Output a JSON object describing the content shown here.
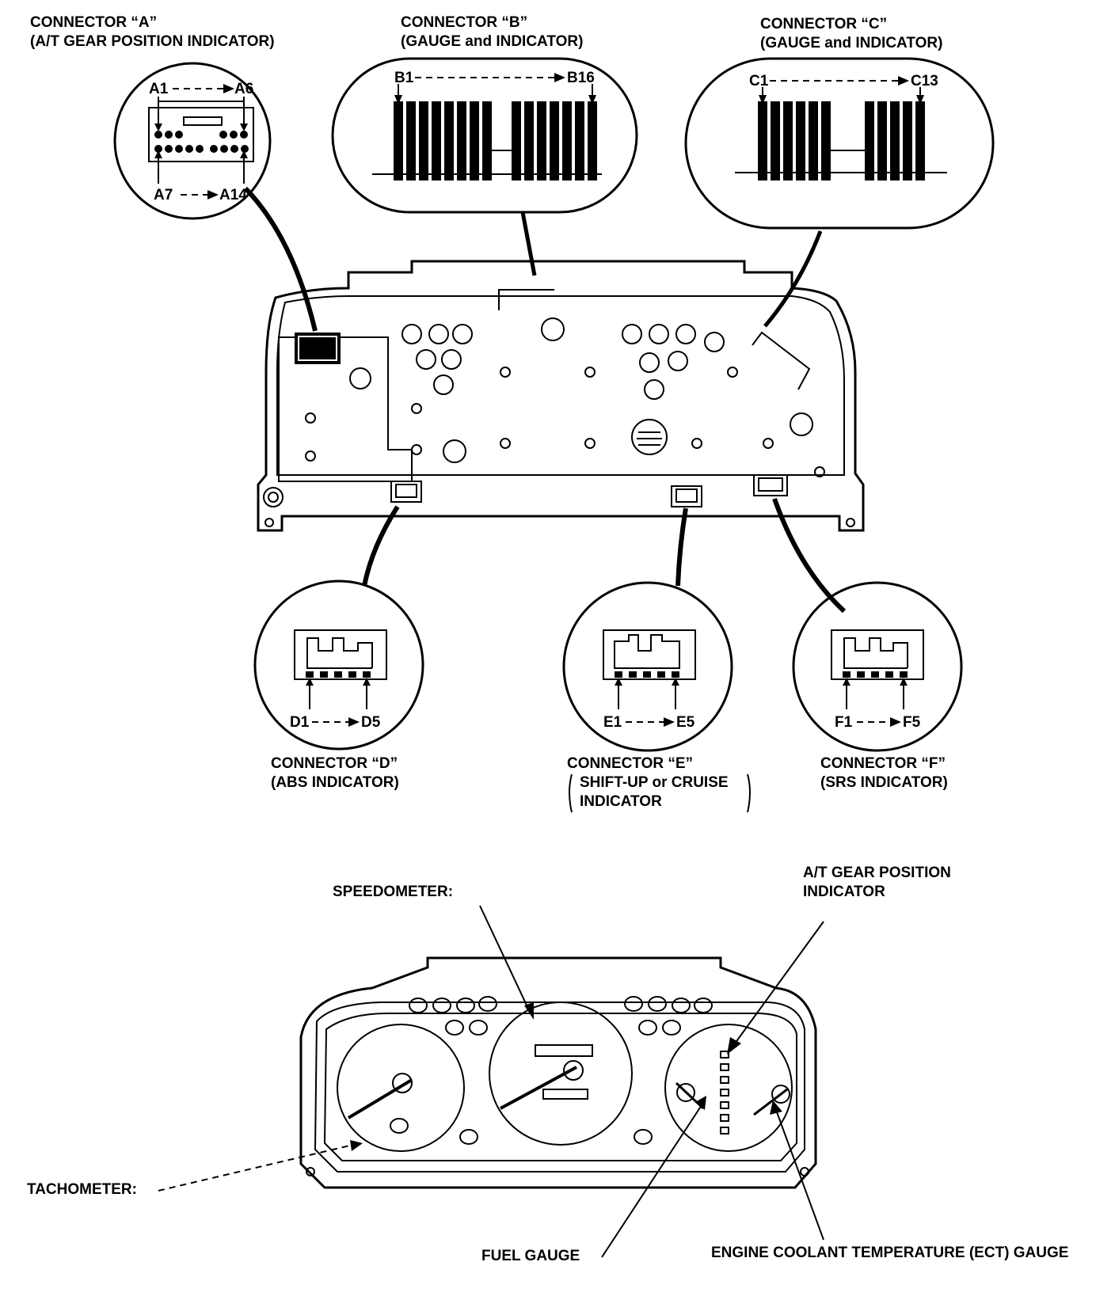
{
  "connectors": {
    "a": {
      "title": "CONNECTOR “A”",
      "subtitle": "(A/T GEAR POSITION INDICATOR)",
      "pin_start": "A1",
      "pin_end": "A6",
      "pin_start2": "A7",
      "pin_end2": "A14"
    },
    "b": {
      "title": "CONNECTOR “B”",
      "subtitle": "(GAUGE and INDICATOR)",
      "pin_start": "B1",
      "pin_end": "B16"
    },
    "c": {
      "title": "CONNECTOR “C”",
      "subtitle": "(GAUGE and INDICATOR)",
      "pin_start": "C1",
      "pin_end": "C13"
    },
    "d": {
      "title": "CONNECTOR “D”",
      "subtitle": "(ABS INDICATOR)",
      "pin_start": "D1",
      "pin_end": "D5"
    },
    "e": {
      "title": "CONNECTOR “E”",
      "subtitle_line1": "SHIFT-UP or CRUISE",
      "subtitle_line2": "INDICATOR",
      "pin_start": "E1",
      "pin_end": "E5"
    },
    "f": {
      "title": "CONNECTOR “F”",
      "subtitle": "(SRS INDICATOR)",
      "pin_start": "F1",
      "pin_end": "F5"
    }
  },
  "gauges": {
    "speedometer": "SPEEDOMETER:",
    "at_gear_line1": "A/T GEAR POSITION",
    "at_gear_line2": "INDICATOR",
    "tachometer": "TACHOMETER:",
    "fuel_gauge": "FUEL GAUGE",
    "ect_gauge": "ENGINE COOLANT TEMPERATURE (ECT) GAUGE"
  }
}
